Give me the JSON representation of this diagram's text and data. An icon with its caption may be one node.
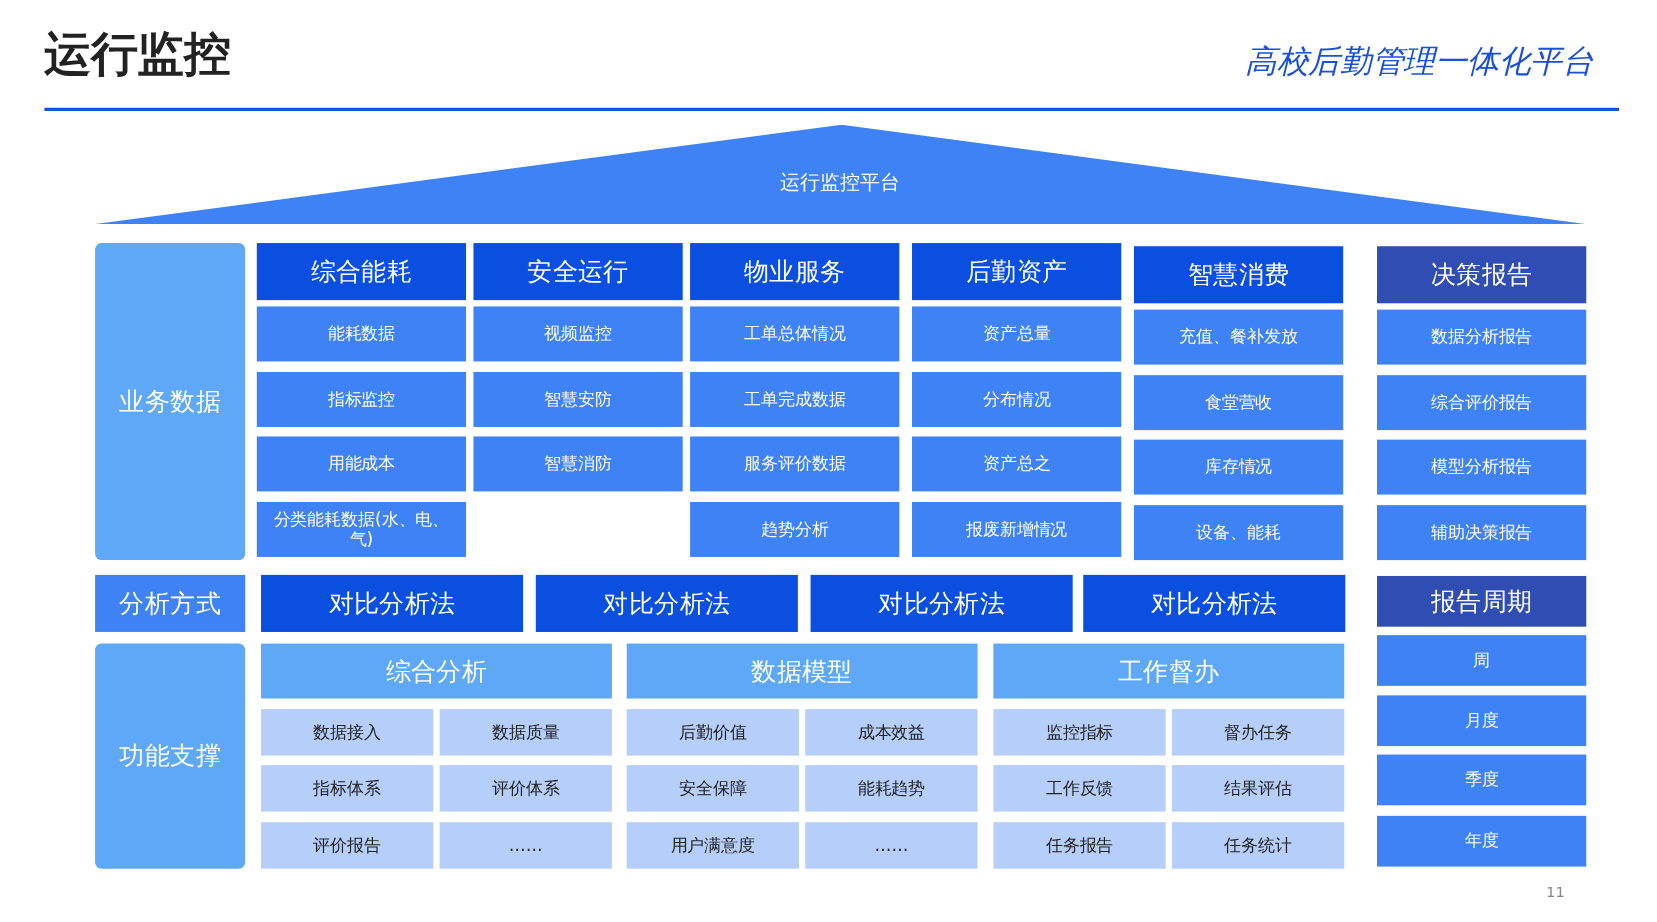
{
  "diagram": {
    "title": "运行监控",
    "nodes": [
      {
        "text": [
          "运行监控平台"
        ]
      },
      {
        "text": [
          "业务数据"
        ]
      },
      {
        "text": [
          "综合能耗"
        ]
      },
      {
        "text": [
          "能耗数据"
        ]
      },
      {
        "text": [
          "指标监控"
        ]
      },
      {
        "text": [
          "用能成本"
        ]
      },
      {
        "text": [
          "分类能耗数据(水、电、气)"
        ]
      },
      {
        "text": [
          "安全运行"
        ]
      },
      {
        "text": [
          "视频监控"
        ]
      },
      {
        "text": [
          "智慧安防"
        ]
      },
      {
        "text": [
          "智慧消防"
        ]
      },
      {
        "text": [
          "物业服务"
        ]
      },
      {
        "text": [
          "工单总体情况"
        ]
      },
      {
        "text": [
          "工单完成数据"
        ]
      },
      {
        "text": [
          "服务评价数据"
        ]
      },
      {
        "text": [
          "趋势分析"
        ]
      },
      {
        "text": [
          "后勤资产"
        ]
      },
      {
        "text": [
          "资产总量"
        ]
      },
      {
        "text": [
          "分布情况"
        ]
      },
      {
        "text": [
          "资产总之"
        ]
      },
      {
        "text": [
          "报废新增情况"
        ]
      },
      {
        "text": [
          "智慧消费"
        ]
      },
      {
        "text": [
          "充值、餐补发放"
        ]
      },
      {
        "text": [
          "食堂营收"
        ]
      },
      {
        "text": [
          "库存情况"
        ]
      },
      {
        "text": [
          "设备、能耗"
        ]
      },
      {
        "text": [
          "决策报告"
        ]
      },
      {
        "text": [
          "数据分析报告"
        ]
      },
      {
        "text": [
          "综合评价报告"
        ]
      },
      {
        "text": [
          "模型分析报告"
        ]
      },
      {
        "text": [
          "辅助决策报告"
        ]
      },
      {
        "text": [
          "分析方式"
        ]
      },
      {
        "text": [
          "对比分析法"
        ]
      },
      {
        "text": [
          "对比分析法"
        ]
      },
      {
        "text": [
          "对比分析法"
        ]
      },
      {
        "text": [
          "对比分析法"
        ]
      },
      {
        "text": [
          "报告周期"
        ]
      },
      {
        "text": [
          "功能支撑"
        ]
      },
      {
        "text": [
          "综合分析"
        ]
      },
      {
        "text": [
          "数据接入"
        ]
      },
      {
        "text": [
          "数据质量"
        ]
      },
      {
        "text": [
          "指标体系"
        ]
      },
      {
        "text": [
          "评价体系"
        ]
      },
      {
        "text": [
          "评价报告"
        ]
      },
      {
        "text": [
          "……"
        ]
      },
      {
        "text": [
          "数据模型"
        ]
      },
      {
        "text": [
          "后勤价值"
        ]
      },
      {
        "text": [
          "成本效益"
        ]
      },
      {
        "text": [
          "安全保障"
        ]
      },
      {
        "text": [
          "能耗趋势"
        ]
      },
      {
        "text": [
          "用户满意度"
        ]
      },
      {
        "text": [
          "……"
        ]
      },
      {
        "text": [
          "工作督办"
        ]
      },
      {
        "text": [
          "监控指标"
        ]
      },
      {
        "text": [
          "督办任务"
        ]
      },
      {
        "text": [
          "工作反馈"
        ]
      },
      {
        "text": [
          "结果评估"
        ]
      },
      {
        "text": [
          "任务报告"
        ]
      },
      {
        "text": [
          "任务统计"
        ]
      },
      {
        "text": [
          "周"
        ]
      },
      {
        "text": [
          "月度"
        ]
      },
      {
        "text": [
          "季度"
        ]
      },
      {
        "text": [
          "年度"
        ]
      }
    ],
    "labels": [
      "高校后勤管理一体化平台",
      "11"
    ]
  }
}
